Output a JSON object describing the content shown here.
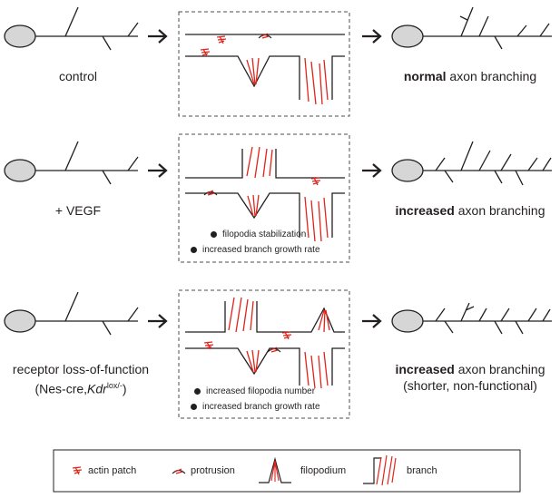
{
  "rows": [
    {
      "condition_label": "control",
      "result_bold": "normal",
      "result_rest": " axon branching",
      "result_sub": "",
      "notes": []
    },
    {
      "condition_label": "+ VEGF",
      "result_bold": "increased",
      "result_rest": " axon branching",
      "result_sub": "",
      "notes": [
        "filopodia stabilization",
        "increased branch growth rate"
      ]
    },
    {
      "condition_label_line1": "receptor loss-of-function",
      "condition_label_line2_prefix": "(Nes-cre,",
      "condition_label_gene": "Kdr",
      "condition_label_sup": "lox/-",
      "condition_label_suffix": ")",
      "result_bold": "increased",
      "result_rest": " axon branching",
      "result_sub": "(shorter, non-functional)",
      "notes": [
        "increased filopodia number",
        "increased branch growth rate"
      ]
    }
  ],
  "legend": {
    "actin_patch": "actin patch",
    "protrusion": "protrusion",
    "filopodium": "filopodium",
    "branch": "branch"
  },
  "colors": {
    "ink": "#231f20",
    "soma_fill": "#d6d6d6",
    "actin_red": "#e2231a",
    "dash": "#4d4d4d"
  }
}
